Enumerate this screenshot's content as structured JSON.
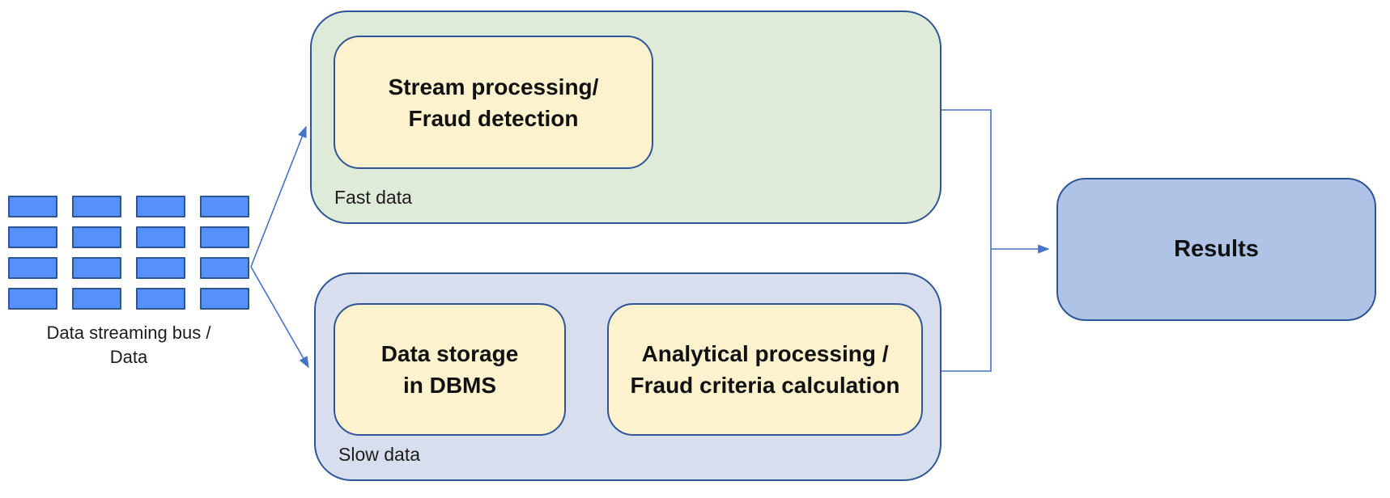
{
  "source": {
    "label_line1": "Data streaming bus /",
    "label_line2": "Data",
    "grid_rows": 4,
    "grid_cols": 4
  },
  "fast_lane": {
    "label": "Fast data",
    "box_line1": "Stream processing/",
    "box_line2": "Fraud detection"
  },
  "slow_lane": {
    "label": "Slow data",
    "storage_line1": "Data storage",
    "storage_line2": "in DBMS",
    "analytics_line1": "Analytical processing /",
    "analytics_line2": "Fraud criteria calculation"
  },
  "results": {
    "label": "Results"
  },
  "colors": {
    "tile_fill": "#5591F8",
    "tile_border": "#2E5697",
    "box_border": "#2F5597",
    "fast_fill": "#DFEBD9",
    "slow_fill": "#D7DFEF",
    "process_fill": "#FCF2CE",
    "results_fill": "#AFC3E6",
    "connector": "#4472C4",
    "text_color": "#1C1C1C"
  }
}
